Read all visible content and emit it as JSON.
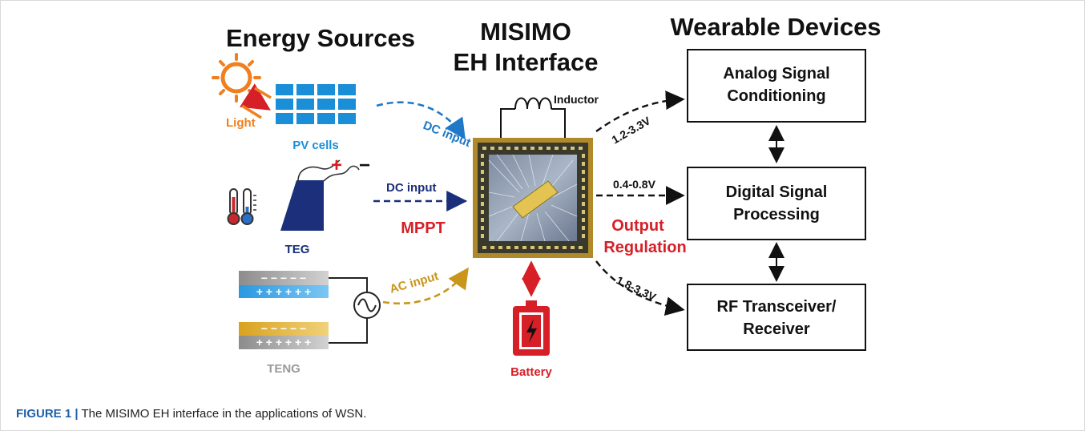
{
  "headings": {
    "energy_sources": "Energy Sources",
    "misimo_line1": "MISIMO",
    "misimo_line2": "EH Interface",
    "wearable_devices": "Wearable Devices"
  },
  "sources": {
    "light": "Light",
    "pv_cells": "PV cells",
    "teg": "TEG",
    "teng": "TENG",
    "teg_plus": "+",
    "teg_minus": "−",
    "teng_neg": "− − − − −",
    "teng_pos_top": "+ + + + + +",
    "teng_neg2": "− − − − −",
    "teng_pos_bottom": "+ + + + + +"
  },
  "inputs": {
    "dc_input_pv": "DC input",
    "dc_input_teg": "DC input",
    "ac_input": "AC input",
    "mppt": "MPPT"
  },
  "interface": {
    "inductor": "Inductor",
    "battery": "Battery",
    "output_regulation_line1": "Output",
    "output_regulation_line2": "Regulation"
  },
  "outputs": {
    "v1": "1.2-3.3V",
    "v2": "0.4-0.8V",
    "v3": "1.8-3.3V"
  },
  "devices": {
    "analog_line1": "Analog Signal",
    "analog_line2": "Conditioning",
    "digital_line1": "Digital Signal",
    "digital_line2": "Processing",
    "rf_line1": "RF Transceiver/",
    "rf_line2": "Receiver"
  },
  "caption": {
    "label": "FIGURE 1 |",
    "text": " The MISIMO EH interface in the applications of WSN."
  },
  "colors": {
    "pv_blue": "#1a8fd8",
    "sun_orange": "#f07f1f",
    "dc_blue": "#1f78c8",
    "teg_navy": "#1b2f7a",
    "ac_gold": "#c9951a",
    "accent_red": "#d61f26"
  }
}
